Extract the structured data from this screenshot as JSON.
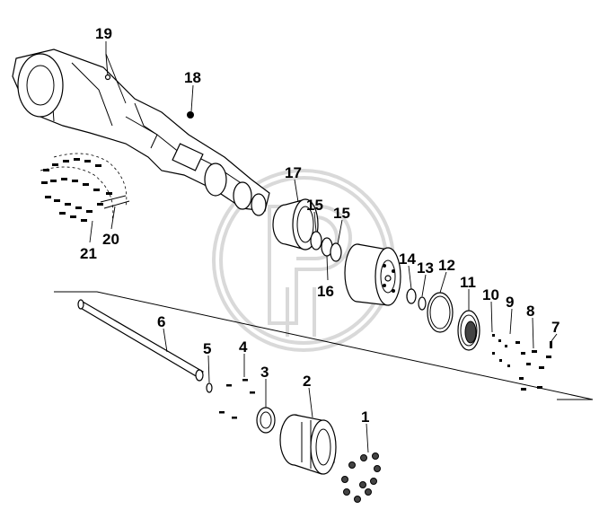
{
  "diagram": {
    "callouts": [
      {
        "id": "c1",
        "label": "1"
      },
      {
        "id": "c2",
        "label": "2"
      },
      {
        "id": "c3",
        "label": "3"
      },
      {
        "id": "c4",
        "label": "4"
      },
      {
        "id": "c5",
        "label": "5"
      },
      {
        "id": "c6",
        "label": "6"
      },
      {
        "id": "c7",
        "label": "7"
      },
      {
        "id": "c8",
        "label": "8"
      },
      {
        "id": "c9",
        "label": "9"
      },
      {
        "id": "c10",
        "label": "10"
      },
      {
        "id": "c11",
        "label": "11"
      },
      {
        "id": "c12",
        "label": "12"
      },
      {
        "id": "c13",
        "label": "13"
      },
      {
        "id": "c14",
        "label": "14"
      },
      {
        "id": "c15a",
        "label": "15"
      },
      {
        "id": "c15b",
        "label": "15"
      },
      {
        "id": "c16",
        "label": "16"
      },
      {
        "id": "c17",
        "label": "17"
      },
      {
        "id": "c18",
        "label": "18"
      },
      {
        "id": "c19",
        "label": "19"
      },
      {
        "id": "c20",
        "label": "20"
      },
      {
        "id": "c21",
        "label": "21"
      }
    ],
    "colors": {
      "ink": "#000000",
      "paper": "#ffffff",
      "watermark": "#d9d9d9"
    },
    "watermark_icon": "logo-watermark-icon"
  }
}
